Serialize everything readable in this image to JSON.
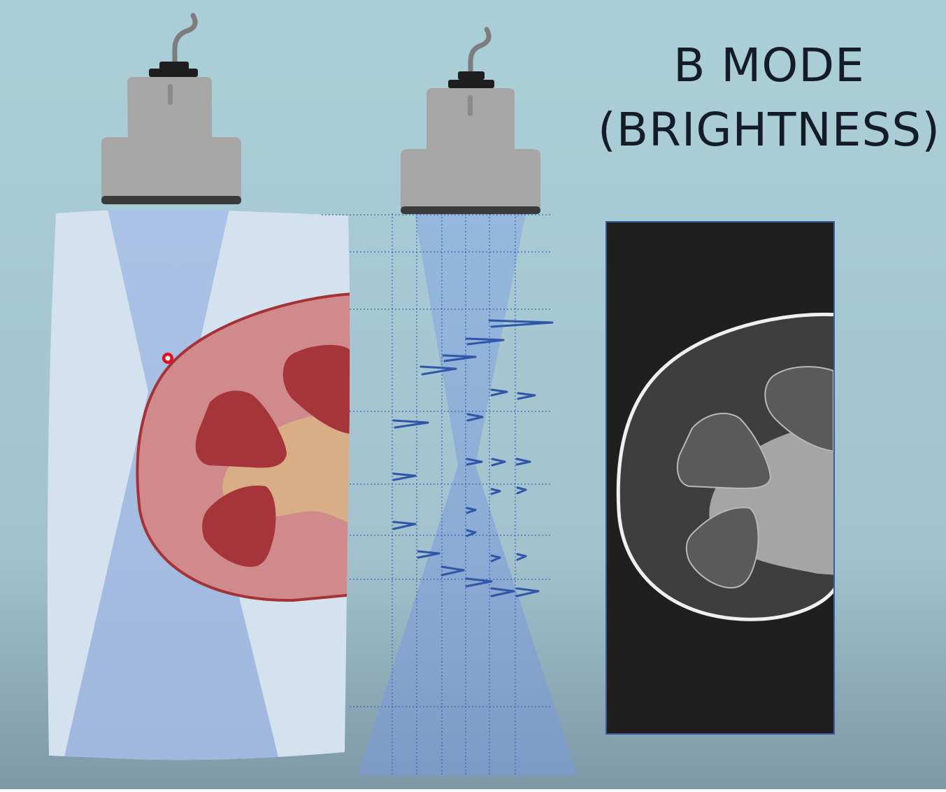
{
  "title": {
    "line1": "B MODE",
    "line2": "(BRIGHTNESS)"
  },
  "colors": {
    "background_top": "#a8ccd6",
    "background_bottom": "#7f9ba8",
    "tissue_block": "#d4e3f0",
    "beam": "#9fb9e0",
    "kidney_cortex": "#d18a8c",
    "kidney_outline": "#a43236",
    "kidney_pyramid": "#a6353b",
    "kidney_sinus": "#d9ad85",
    "probe_body": "#a6a6a6",
    "probe_face": "#3a3a3a",
    "echo_spike": "#2f56a8",
    "grid_line": "#3a64b8",
    "bmode_screen": "#1f1f1f",
    "focal_marker": "#e0101e"
  },
  "icons": {
    "probe": "ultrasound-probe-icon",
    "focal_point": "focal-point-marker"
  }
}
